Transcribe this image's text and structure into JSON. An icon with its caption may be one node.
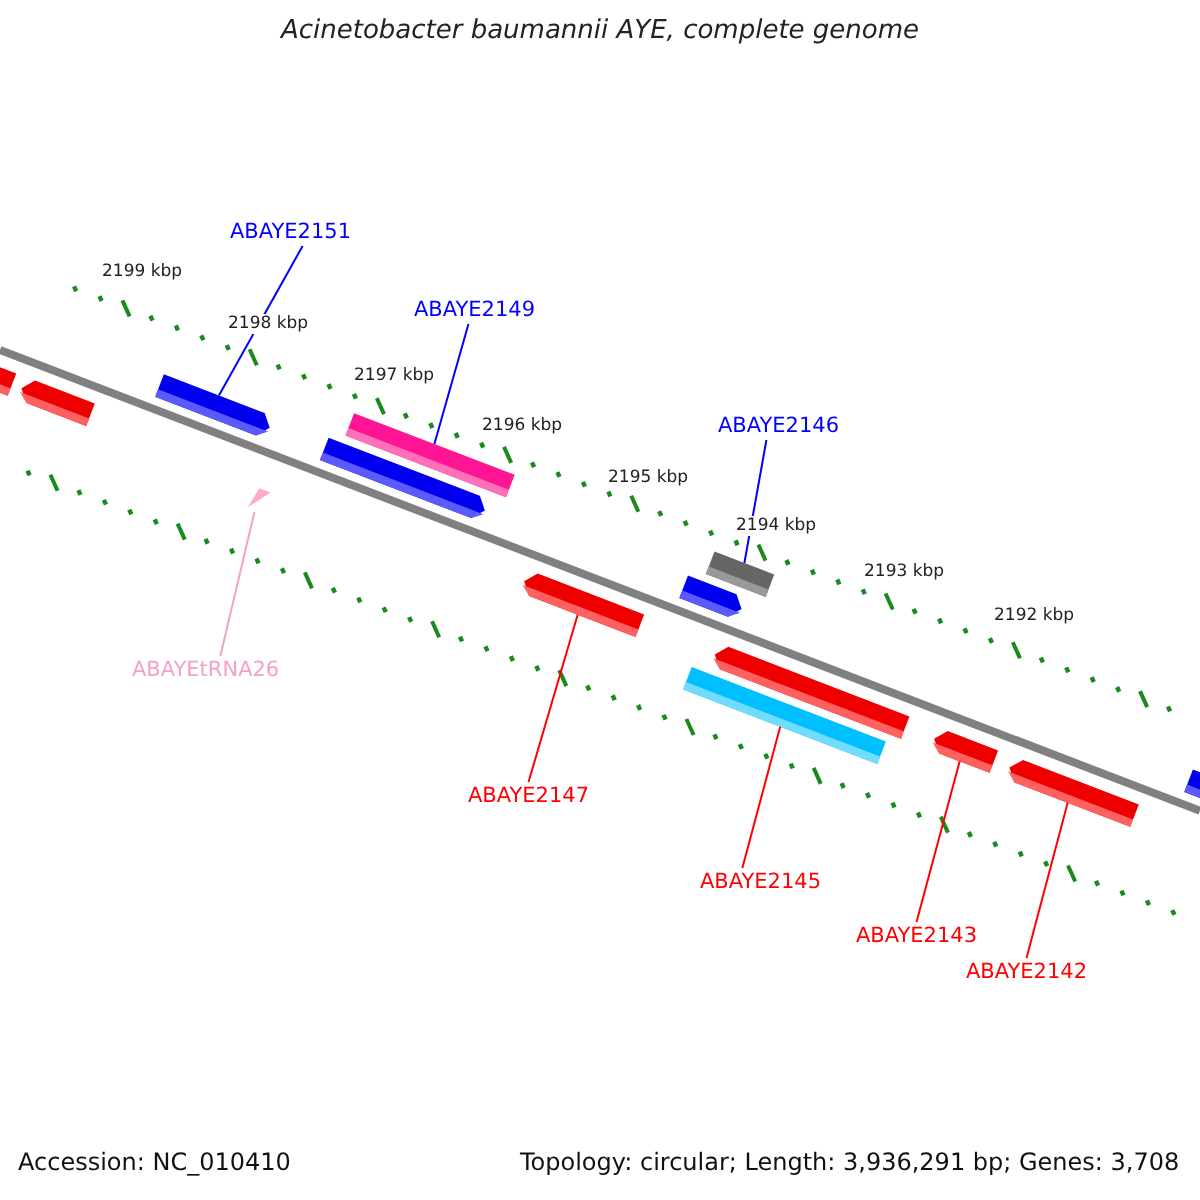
{
  "diagram": {
    "title": "Acinetobacter baumannii AYE, complete genome",
    "nodes": [
      {
        "text": [
          "ABAYE2151"
        ]
      },
      {
        "text": [
          "ABAYE2149"
        ]
      },
      {
        "text": [
          "ABAYE2146"
        ]
      },
      {
        "text": [
          "ABAYEtRNA26"
        ]
      },
      {
        "text": [
          "ABAYE2147"
        ]
      },
      {
        "text": [
          "ABAYE2145"
        ]
      },
      {
        "text": [
          "ABAYE2143"
        ]
      },
      {
        "text": [
          "ABAYE2142"
        ]
      },
      {
        "text": [],
        "shape": "pentagon"
      },
      {
        "text": [],
        "shape": "bar"
      },
      {
        "text": [],
        "shape": "bar"
      },
      {
        "text": [],
        "shape": "triangle"
      },
      {
        "text": [],
        "shape": "pentagon"
      },
      {
        "text": [],
        "shape": "bar"
      },
      {
        "text": [],
        "shape": "pentagon"
      },
      {
        "text": [],
        "shape": "pentagon"
      },
      {
        "text": [],
        "shape": "pentagon"
      },
      {
        "text": [],
        "shape": "pentagon"
      },
      {
        "text": [],
        "shape": "pentagon"
      },
      {
        "text": [],
        "shape": "pentagon"
      },
      {
        "text": [],
        "shape": "pentagon"
      },
      {
        "text": [],
        "shape": "pentagon"
      }
    ],
    "edges": [
      {
        "from": 0,
        "to": 8,
        "arrow": "none",
        "color": "#0000ff"
      },
      {
        "from": 1,
        "to": 9,
        "arrow": "none",
        "color": "#0000ff"
      },
      {
        "from": 2,
        "to": 10,
        "arrow": "none",
        "color": "#0000ff"
      },
      {
        "from": 3,
        "to": 11,
        "arrow": "none",
        "color": "#f4a0c8"
      },
      {
        "from": 4,
        "to": 12,
        "arrow": "none",
        "color": "#ff0000"
      },
      {
        "from": 5,
        "to": 13,
        "arrow": "none",
        "color": "#ff0000"
      },
      {
        "from": 6,
        "to": 14,
        "arrow": "none",
        "color": "#ff0000"
      },
      {
        "from": 7,
        "to": 15,
        "arrow": "none",
        "color": "#ff0000"
      }
    ],
    "labels": [
      "2199 kbp",
      "2198 kbp",
      "2197 kbp",
      "2196 kbp",
      "2195 kbp",
      "2194 kbp",
      "2193 kbp",
      "2192 kbp",
      "Accession: NC_010410",
      "Topology: circular; Length: 3,936,291 bp; Genes: 3,708"
    ]
  }
}
